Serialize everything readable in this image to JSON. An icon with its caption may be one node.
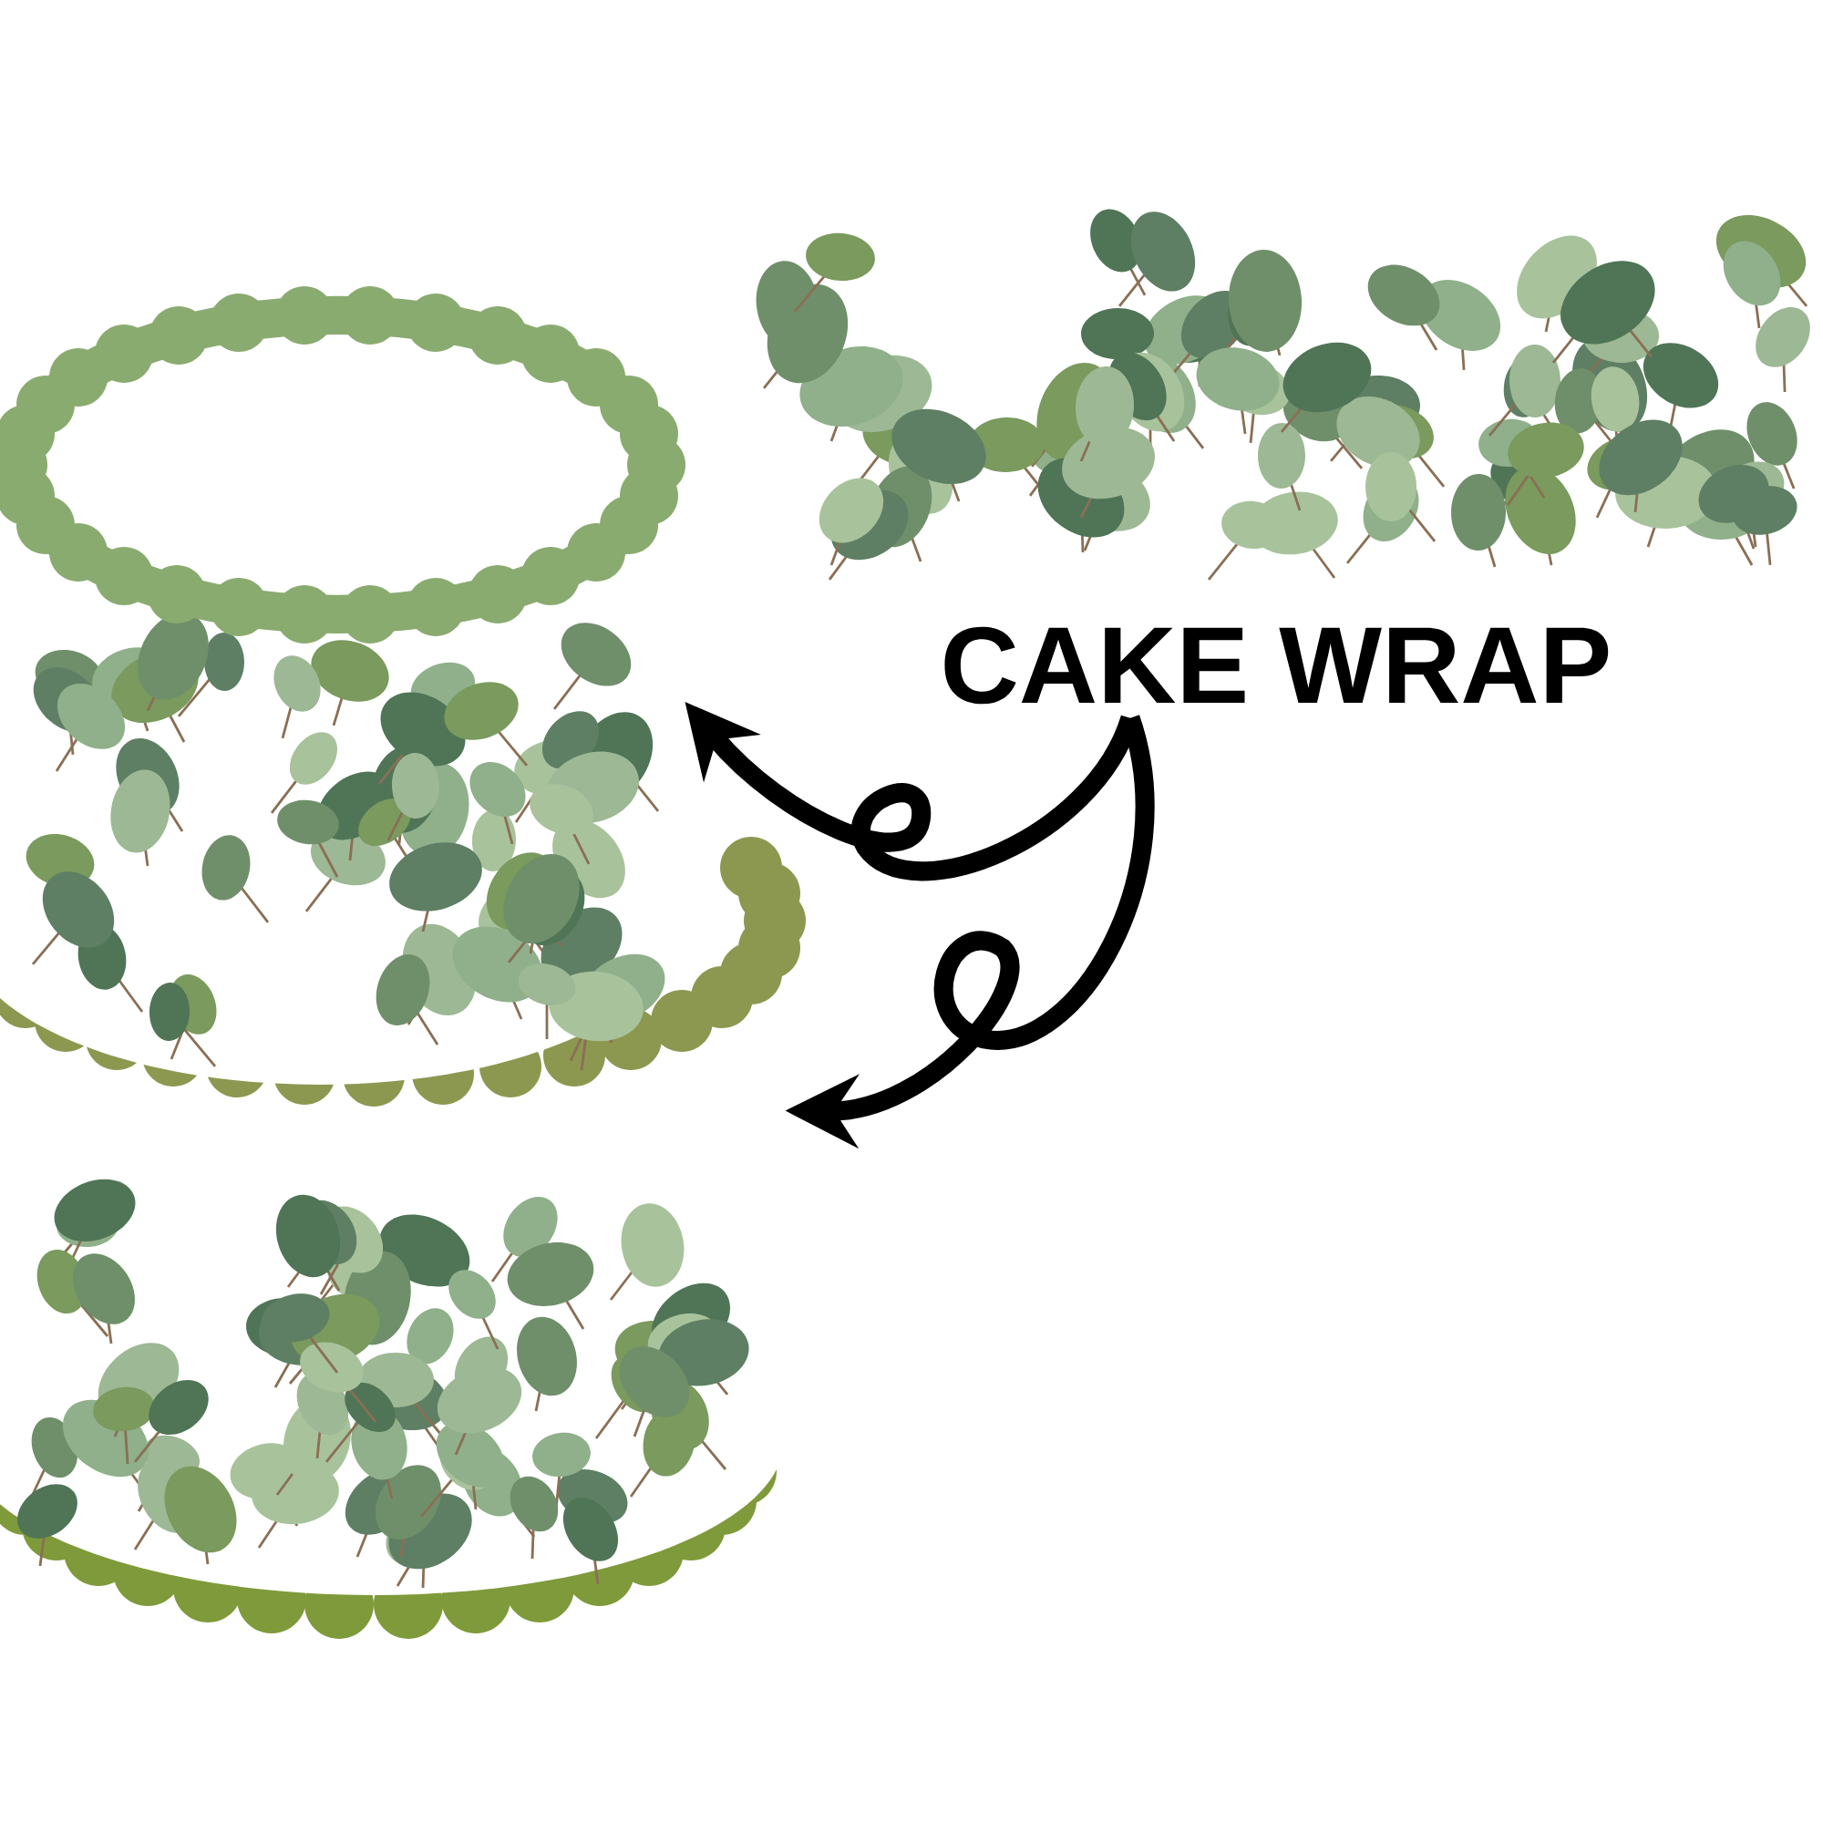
{
  "diagram": {
    "nodes": [
      {
        "text": [
          "CAKE WRAP"
        ]
      },
      {
        "text": [],
        "shape": "picture"
      },
      {
        "text": [],
        "shape": "picture"
      }
    ],
    "edges": [
      {
        "from": 0,
        "to": 1,
        "arrow": "to"
      },
      {
        "from": 0,
        "to": 2,
        "arrow": "to"
      }
    ]
  }
}
